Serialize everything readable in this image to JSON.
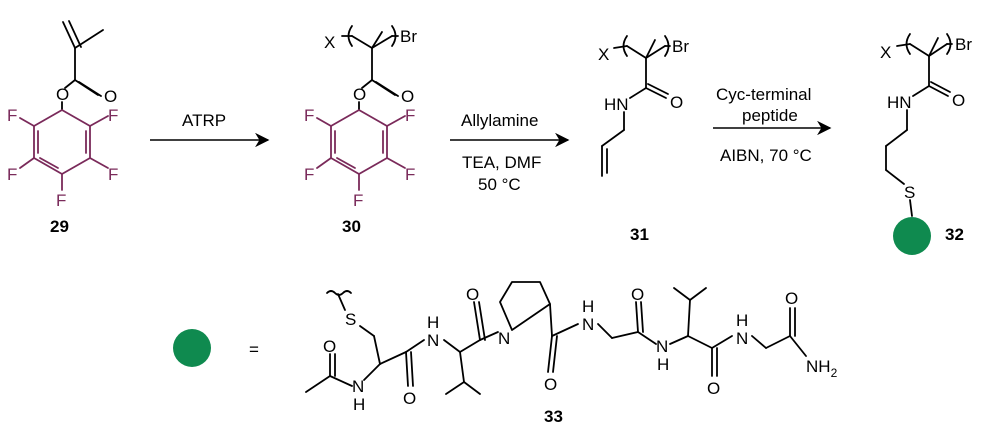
{
  "colors": {
    "pentafluoro_ring": "#7a2a5a",
    "peptide_bead": "#0f8a4f",
    "bonds": "#000000"
  },
  "compounds": {
    "c29": {
      "label": "29"
    },
    "c30": {
      "label": "30"
    },
    "c31": {
      "label": "31"
    },
    "c32": {
      "label": "32"
    },
    "c33": {
      "label": "33"
    }
  },
  "atoms": {
    "F": "F",
    "O": "O",
    "X": "X",
    "Br": "Br",
    "HN": "HN",
    "S": "S",
    "N": "N",
    "H": "H",
    "NH2_main": "NH",
    "NH2_sub": "2"
  },
  "arrows": [
    {
      "top": "ATRP",
      "bottom": []
    },
    {
      "top": "Allylamine",
      "bottom": [
        "TEA, DMF",
        "50 °C"
      ]
    },
    {
      "top": "Cyc-terminal",
      "top2": "peptide",
      "bottom": [
        "AIBN, 70 °C"
      ]
    }
  ],
  "legend": {
    "equals": "="
  }
}
